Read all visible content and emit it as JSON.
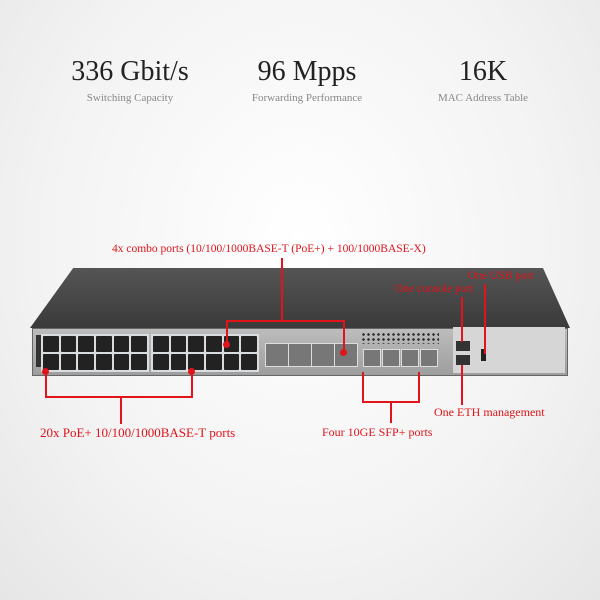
{
  "stats": [
    {
      "value": "336 Gbit/s",
      "label": "Switching Capacity"
    },
    {
      "value": "96 Mpps",
      "label": "Forwarding Performance"
    },
    {
      "value": "16K",
      "label": "MAC Address Table"
    }
  ],
  "callouts": {
    "combo": "4x combo ports (10/100/1000BASE-T (PoE+) + 100/1000BASE-X)",
    "usb": "One USB port",
    "console": "One console port",
    "eth": "One ETH management",
    "poe": "20x PoE+ 10/100/1000BASE-T ports",
    "sfp": "Four 10GE SFP+ ports"
  },
  "colors": {
    "accent": "#e0141a"
  }
}
